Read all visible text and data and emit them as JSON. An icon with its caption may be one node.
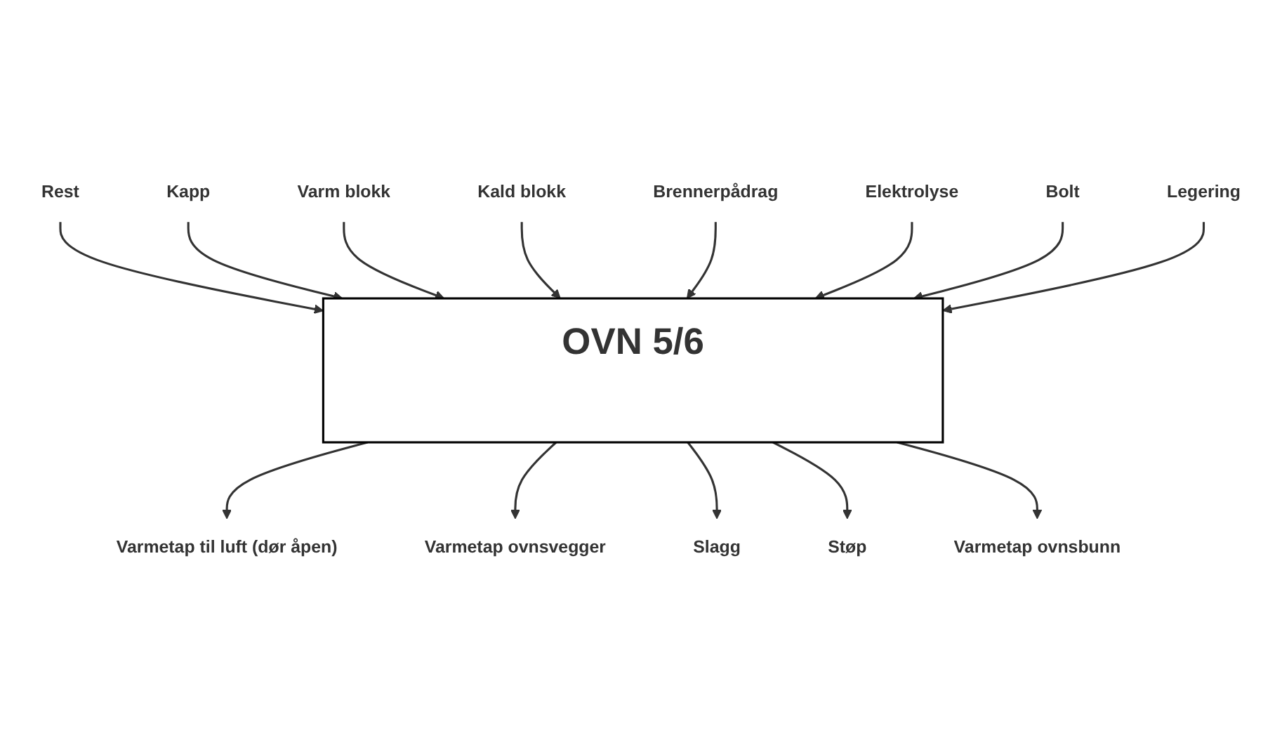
{
  "diagram": {
    "nodes": [
      {
        "text": [
          "OVN 5/6"
        ]
      },
      {
        "text": [
          "Rest"
        ]
      },
      {
        "text": [
          "Kapp"
        ]
      },
      {
        "text": [
          "Varm blokk"
        ]
      },
      {
        "text": [
          "Kald blokk"
        ]
      },
      {
        "text": [
          "Brennerpådrag"
        ]
      },
      {
        "text": [
          "Elektrolyse"
        ]
      },
      {
        "text": [
          "Bolt"
        ]
      },
      {
        "text": [
          "Legering"
        ]
      },
      {
        "text": [
          "Varmetap til luft (dør åpen)"
        ]
      },
      {
        "text": [
          "Varmetap ovnsvegger"
        ]
      },
      {
        "text": [
          "Slagg"
        ]
      },
      {
        "text": [
          "Støp"
        ]
      },
      {
        "text": [
          "Varmetap ovnsbunn"
        ]
      }
    ],
    "edges": [
      {
        "from": 1,
        "to": 0,
        "arrow": "to"
      },
      {
        "from": 2,
        "to": 0,
        "arrow": "to"
      },
      {
        "from": 3,
        "to": 0,
        "arrow": "to"
      },
      {
        "from": 4,
        "to": 0,
        "arrow": "to"
      },
      {
        "from": 5,
        "to": 0,
        "arrow": "to"
      },
      {
        "from": 6,
        "to": 0,
        "arrow": "to"
      },
      {
        "from": 7,
        "to": 0,
        "arrow": "to"
      },
      {
        "from": 8,
        "to": 0,
        "arrow": "to"
      },
      {
        "from": 0,
        "to": 9,
        "arrow": "to"
      },
      {
        "from": 0,
        "to": 10,
        "arrow": "to"
      },
      {
        "from": 0,
        "to": 11,
        "arrow": "to"
      },
      {
        "from": 0,
        "to": 12,
        "arrow": "to"
      },
      {
        "from": 0,
        "to": 13,
        "arrow": "to"
      }
    ]
  }
}
